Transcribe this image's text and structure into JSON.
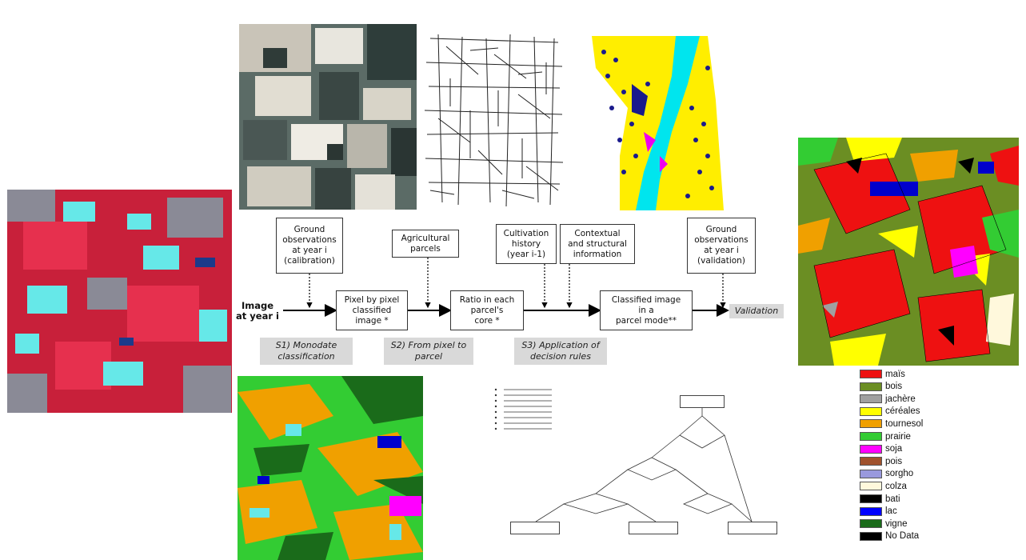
{
  "flow": {
    "image_label": "Image\nat year i",
    "ground_calib": "Ground\nobservations\nat year i\n(calibration)",
    "agri_parcels": "Agricultural\nparcels",
    "cult_history": "Cultivation\nhistory\n(year i-1)",
    "contextual": "Contextual\nand structural\ninformation",
    "ground_valid": "Ground\nobservations\nat year i\n(validation)",
    "pixel_classified": "Pixel by pixel\nclassified\nimage *",
    "ratio_core": "Ratio in each\nparcel's\ncore *",
    "classified_parcel": "Classified image\nin a\nparcel mode**",
    "validation": "Validation"
  },
  "steps": {
    "s1": "S1) Monodate\nclassification",
    "s2": "S2) From pixel to\nparcel",
    "s3": "S3) Application of\ndecision rules"
  },
  "legend": [
    {
      "label": "maïs",
      "color": "#ee1111"
    },
    {
      "label": "bois",
      "color": "#6b8e23"
    },
    {
      "label": "jachère",
      "color": "#a0a0a0"
    },
    {
      "label": "céréales",
      "color": "#ffff00"
    },
    {
      "label": "tournesol",
      "color": "#f0a000"
    },
    {
      "label": "prairie",
      "color": "#33cc33"
    },
    {
      "label": "soja",
      "color": "#ff00ff"
    },
    {
      "label": "pois",
      "color": "#a0522d"
    },
    {
      "label": "sorgho",
      "color": "#9999dd"
    },
    {
      "label": "colza",
      "color": "#fff8dc"
    },
    {
      "label": "bati",
      "color": "#000000"
    },
    {
      "label": "lac",
      "color": "#0000ff"
    },
    {
      "label": "vigne",
      "color": "#1a6b1a"
    },
    {
      "label": "No Data",
      "color": "#000000"
    }
  ],
  "icons": {
    "arrow": "arrow-right-icon",
    "dotted_arrow": "dotted-arrow-down-icon"
  }
}
